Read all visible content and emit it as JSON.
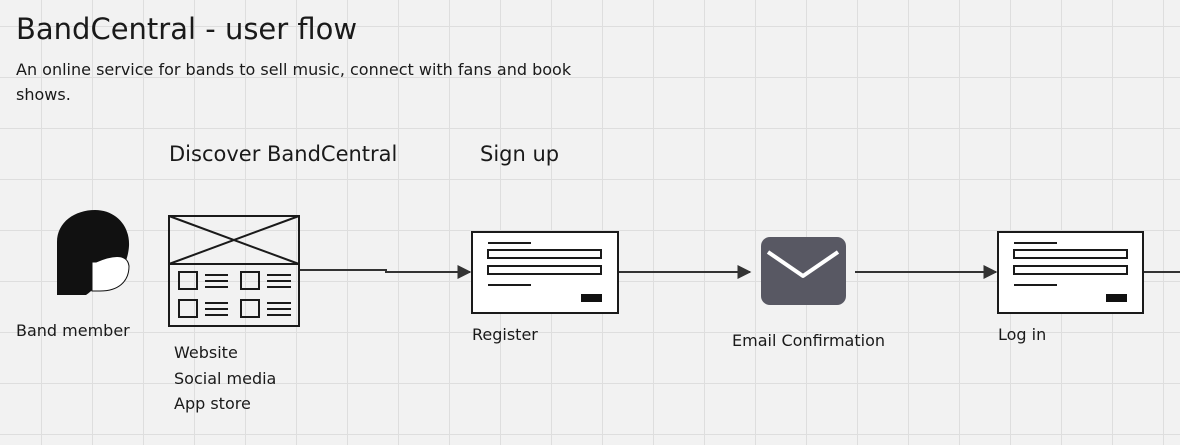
{
  "board": {
    "title": "BandCentral - user flow",
    "subtitle": "An online service for bands to sell music, connect with fans and book shows."
  },
  "stages": {
    "discover": "Discover BandCentral",
    "signup": "Sign up"
  },
  "nodes": {
    "band_member": "Band member",
    "register": "Register",
    "email_confirmation": "Email Confirmation",
    "login": "Log in"
  },
  "discover_channels": [
    "Website",
    "Social media",
    "App store"
  ],
  "colors": {
    "stroke": "#1a1a1a",
    "envelope": "#585863",
    "grid": "#dedede",
    "background": "#f2f2f2"
  }
}
